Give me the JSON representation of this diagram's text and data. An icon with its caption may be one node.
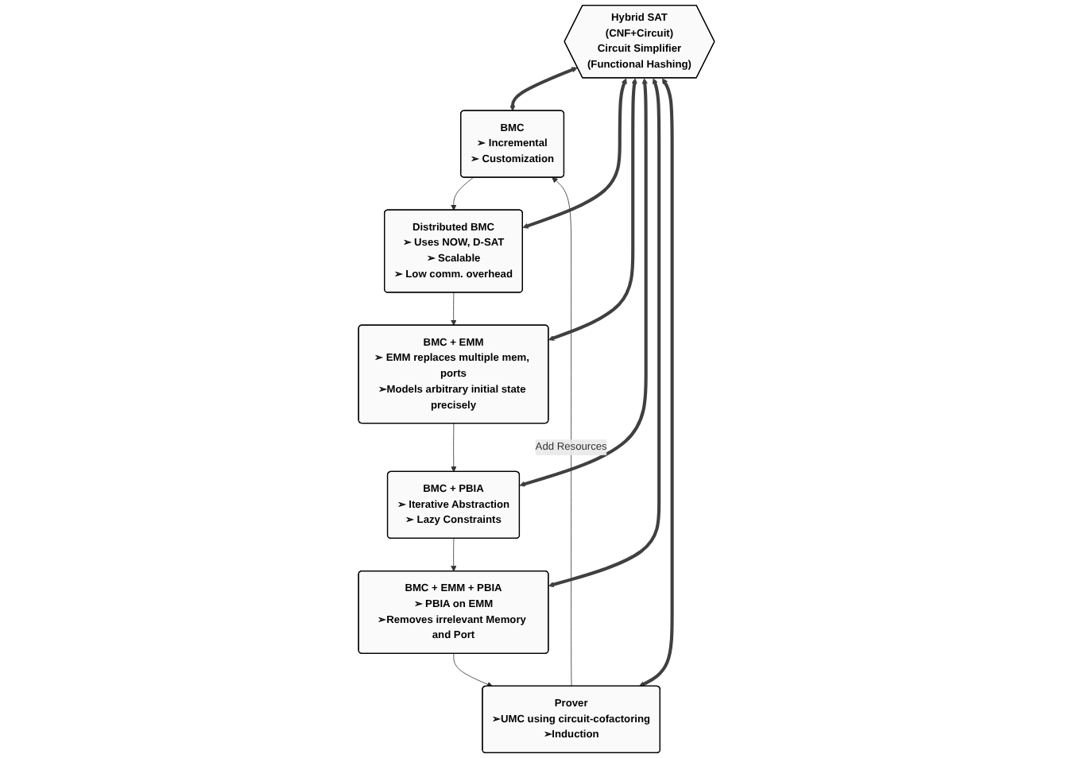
{
  "diagram": {
    "nodes": [
      {
        "text": [
          "BMC",
          "➢ Incremental",
          "➢ Customization"
        ]
      },
      {
        "text": [
          "Distributed BMC",
          "➢ Uses NOW, D-SAT",
          "➢ Scalable",
          "➢ Low comm. overhead"
        ]
      },
      {
        "text": [
          "BMC + EMM",
          "➢ EMM replaces multiple mem, ports",
          "➢Models arbitrary initial state precisely"
        ]
      },
      {
        "text": [
          "BMC + PBIA",
          "➢ Iterative Abstraction",
          "➢ Lazy Constraints"
        ]
      },
      {
        "text": [
          "BMC + EMM + PBIA",
          "➢ PBIA on EMM",
          "➢Removes irrelevant Memory and Port"
        ]
      },
      {
        "text": [
          "Prover",
          "➢UMC using circuit-cofactoring",
          "➢Induction"
        ]
      },
      {
        "text": [
          "Hybrid SAT",
          "(CNF+Circuit)",
          "Circuit Simplifier",
          "(Functional Hashing)"
        ]
      }
    ],
    "edges": [
      {
        "from": 0,
        "to": 1,
        "arrow": "to"
      },
      {
        "from": 1,
        "to": 2,
        "arrow": "to"
      },
      {
        "from": 2,
        "to": 3,
        "arrow": "to"
      },
      {
        "from": 3,
        "to": 4,
        "arrow": "to"
      },
      {
        "from": 4,
        "to": 5,
        "arrow": "to"
      },
      {
        "from": 5,
        "to": 0,
        "arrow": "to",
        "label": "Add Resources"
      },
      {
        "from": 6,
        "to": 0,
        "arrow": "both",
        "style": "thick",
        "color": "#404040"
      },
      {
        "from": 6,
        "to": 1,
        "arrow": "both",
        "style": "thick",
        "color": "#404040"
      },
      {
        "from": 6,
        "to": 2,
        "arrow": "both",
        "style": "thick",
        "color": "#404040"
      },
      {
        "from": 6,
        "to": 3,
        "arrow": "both",
        "style": "thick",
        "color": "#404040"
      },
      {
        "from": 6,
        "to": 4,
        "arrow": "both",
        "style": "thick",
        "color": "#404040"
      },
      {
        "from": 6,
        "to": 5,
        "arrow": "both",
        "style": "thick",
        "color": "#404040"
      }
    ]
  }
}
